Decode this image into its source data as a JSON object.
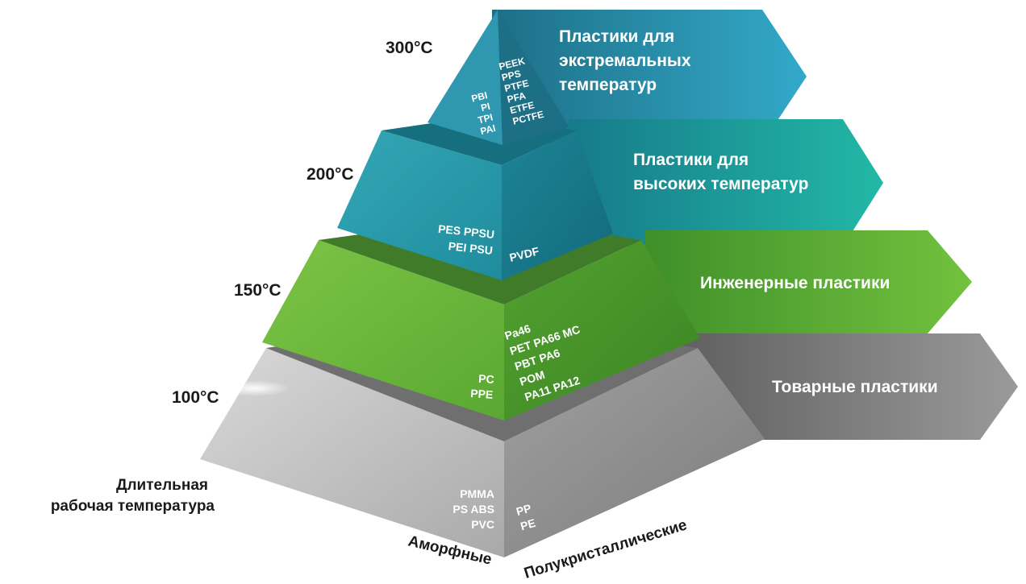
{
  "temperatures": {
    "t300": "300°C",
    "t200": "200°C",
    "t150": "150°C",
    "t100": "100°C"
  },
  "axis_label": {
    "line1": "Длительная",
    "line2": "рабочая температура"
  },
  "bottom_labels": {
    "amorphous": "Аморфные",
    "semicrystalline": "Полукристаллические"
  },
  "tiers": {
    "extreme": {
      "category_line1": "Пластики для",
      "category_line2": "экстремальных",
      "category_line3": "температур",
      "amorphous": [
        "PBI",
        "PI",
        "TPI",
        "PAI"
      ],
      "semicrystalline": [
        "PEEK",
        "PPS",
        "PTFE",
        "PFA",
        "ETFE",
        "PCTFE"
      ],
      "color": "#2a8fa8"
    },
    "high": {
      "category_line1": "Пластики для",
      "category_line2": "высоких температур",
      "amorphous": [
        "PES PPSU",
        "PEI PSU"
      ],
      "semicrystalline": [
        "PVDF"
      ],
      "color": "#1ea6a0"
    },
    "engineering": {
      "category": "Инженерные пластики",
      "amorphous": [
        "PC",
        "PPE"
      ],
      "semicrystalline": [
        "Pa46",
        "PET PA66 MC",
        "PBT PA6",
        "POM",
        "PA11 PA12"
      ],
      "color": "#6db83e"
    },
    "commodity": {
      "category": "Товарные пластики",
      "amorphous": [
        "PMMA",
        "PS ABS",
        "PVC"
      ],
      "semicrystalline": [
        "PP",
        "PE"
      ],
      "color": "#8a8a8a"
    }
  }
}
